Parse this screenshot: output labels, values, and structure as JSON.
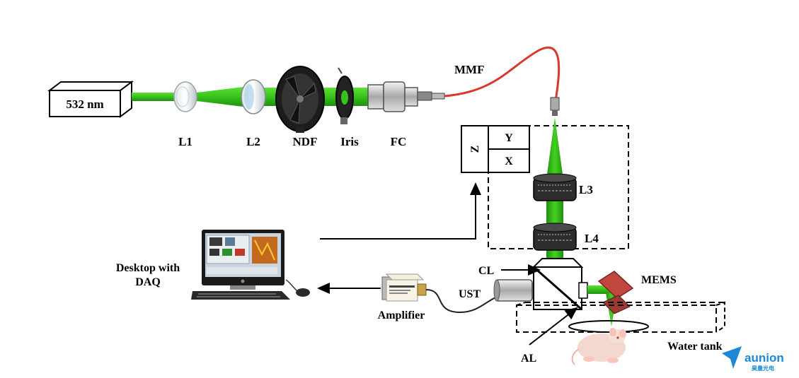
{
  "colors": {
    "beam": "#37c21b",
    "beam_dark": "#1f8f10",
    "fiber": "#d63a2a",
    "outline": "#000000",
    "logo": "#1e88d8"
  },
  "laser": {
    "label": "532 nm"
  },
  "components": {
    "l1": "L1",
    "l2": "L2",
    "ndf": "NDF",
    "iris": "Iris",
    "fc": "FC",
    "mmf": "MMF",
    "l3": "L3",
    "l4": "L4",
    "cl": "CL",
    "mems": "MEMS",
    "ust": "UST",
    "al": "AL",
    "water_tank": "Water tank",
    "amplifier": "Amplifier"
  },
  "stage_axes": {
    "z": "Z",
    "y": "Y",
    "x": "X"
  },
  "desktop": {
    "line1": "Desktop with",
    "line2": "DAQ"
  },
  "logo": {
    "name": "aunion",
    "subtitle": "昊量光电"
  }
}
